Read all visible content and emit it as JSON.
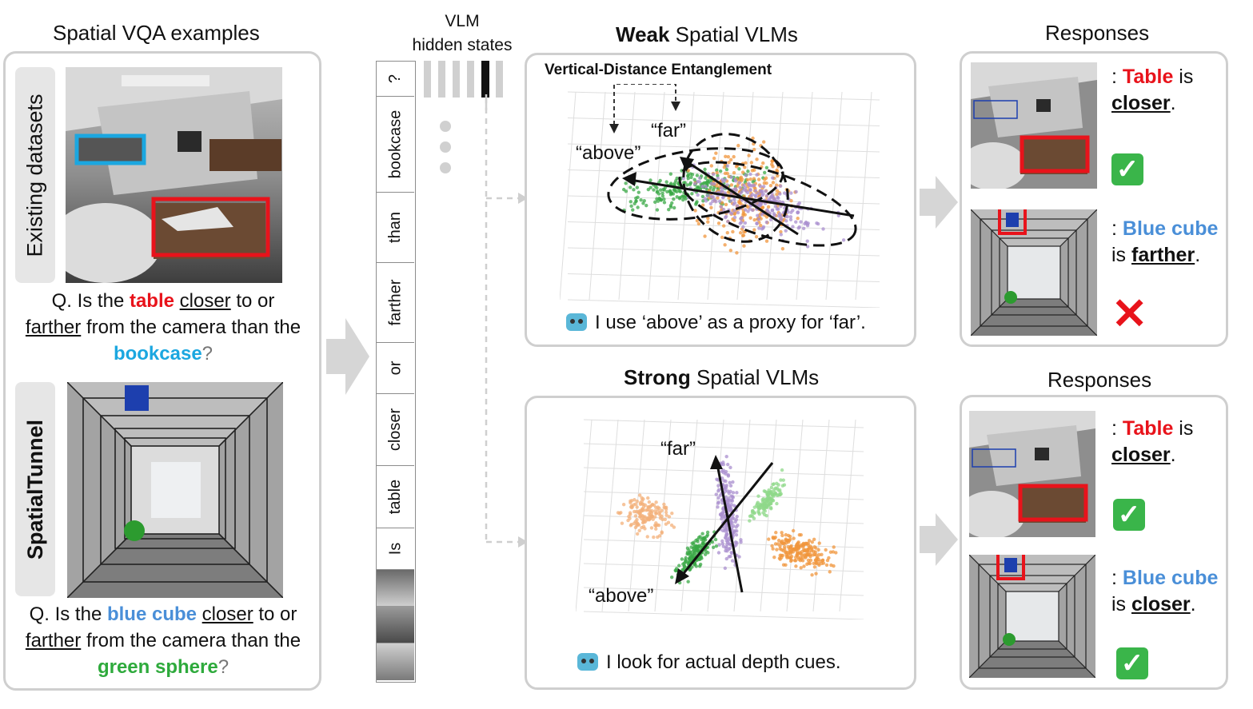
{
  "left_panel": {
    "title": "Spatial VQA examples",
    "existing_tab": "Existing datasets",
    "tunnel_tab": "SpatialTunnel",
    "q1": {
      "prefix": "Q. Is the ",
      "obj1": "table",
      "mid1": " ",
      "closer": "closer",
      "mid2": " to or",
      "farther": "farther",
      "mid3": " from the camera than the",
      "obj2": "bookcase",
      "end": "?"
    },
    "q2": {
      "prefix": "Q. Is the ",
      "obj1": "blue cube",
      "mid1": " ",
      "closer": "closer",
      "mid2": " to or",
      "farther": "farther",
      "mid3": " from the camera than the",
      "obj2": "green sphere",
      "end": "?"
    }
  },
  "middle": {
    "hidden_title_line1": "VLM",
    "hidden_title_line2": "hidden states",
    "tokens": [
      "?",
      "bookcase",
      "than",
      "farther",
      "or",
      "closer",
      "table",
      "Is"
    ]
  },
  "weak": {
    "title_bold": "Weak",
    "title_rest": " Spatial VLMs",
    "entanglement_label": "Vertical-Distance Entanglement",
    "label_far": "“far”",
    "label_above": "“above”",
    "note": "I use ‘above’ as a proxy for ‘far’."
  },
  "strong": {
    "title_bold": "Strong",
    "title_rest": " Spatial VLMs",
    "label_far": "“far”",
    "label_above": "“above”",
    "note": "I look for actual depth cues."
  },
  "responses_top": {
    "title": "Responses",
    "r1_pre": ": ",
    "r1_obj": "Table",
    "r1_mid": " is",
    "r1_word": "closer",
    "r1_end": ".",
    "r2_pre": ": ",
    "r2_obj": "Blue cube",
    "r2_mid": "is ",
    "r2_word": "farther",
    "r2_end": ".",
    "check": "✓",
    "cross": "✕"
  },
  "responses_bottom": {
    "title": "Responses",
    "r1_pre": ": ",
    "r1_obj": "Table",
    "r1_mid": " is",
    "r1_word": "closer",
    "r1_end": ".",
    "r2_pre": ": ",
    "r2_obj": "Blue cube",
    "r2_mid": "is ",
    "r2_word": "closer",
    "r2_end": ".",
    "check": "✓"
  },
  "colors": {
    "red": "#e8131b",
    "cyan": "#1ba7e0",
    "blue": "#4a8fd8",
    "green": "#2eaa3c",
    "orange": "#f0963c",
    "purple": "#a98fcf",
    "scatter_green": "#3aa845"
  }
}
